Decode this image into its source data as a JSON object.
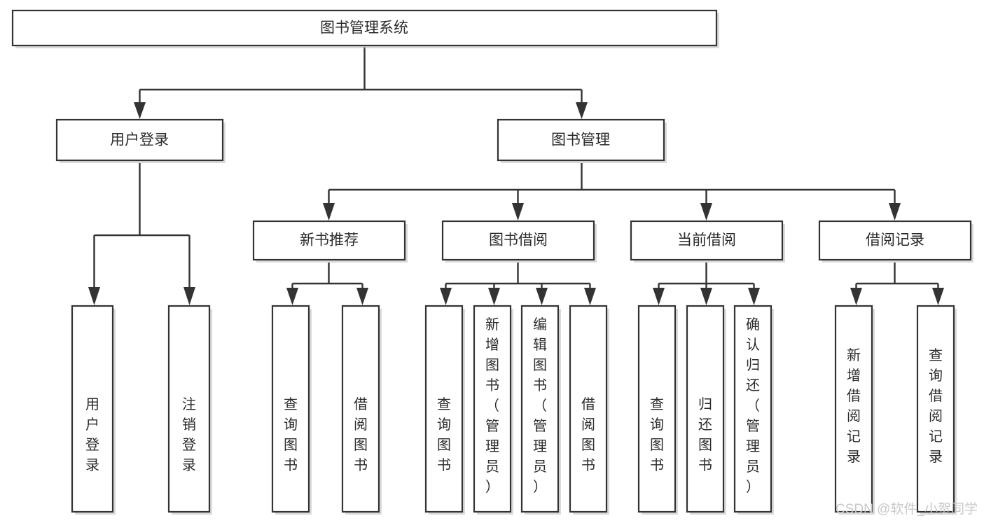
{
  "diagram": {
    "title": "图书管理系统",
    "type": "tree-hierarchy-chart",
    "colors": {
      "box_stroke": "#333333",
      "box_fill": "#ffffff",
      "text": "#2b2b2b",
      "connector": "#333333",
      "watermark": "#c9c9c9",
      "background": "#ffffff"
    },
    "root": {
      "label": "图书管理系统"
    },
    "level2": [
      {
        "label": "用户登录"
      },
      {
        "label": "图书管理"
      }
    ],
    "level3": [
      {
        "label": "新书推荐"
      },
      {
        "label": "图书借阅"
      },
      {
        "label": "当前借阅"
      },
      {
        "label": "借阅记录"
      }
    ],
    "leaves": {
      "user_login": [
        {
          "label": "用户登录"
        },
        {
          "label": "注销登录"
        }
      ],
      "new_book_recommend": [
        {
          "label": "查询图书"
        },
        {
          "label": "借阅图书"
        }
      ],
      "book_borrow": [
        {
          "label": "查询图书"
        },
        {
          "label": "新增图书（管理员）"
        },
        {
          "label": "编辑图书（管理员）"
        },
        {
          "label": "借阅图书"
        }
      ],
      "current_borrow": [
        {
          "label": "查询图书"
        },
        {
          "label": "归还图书"
        },
        {
          "label": "确认归还（管理员）"
        }
      ],
      "borrow_record": [
        {
          "label": "新增借阅记录"
        },
        {
          "label": "查询借阅记录"
        }
      ]
    },
    "watermark": "CSDN @软件_小贺同学"
  }
}
